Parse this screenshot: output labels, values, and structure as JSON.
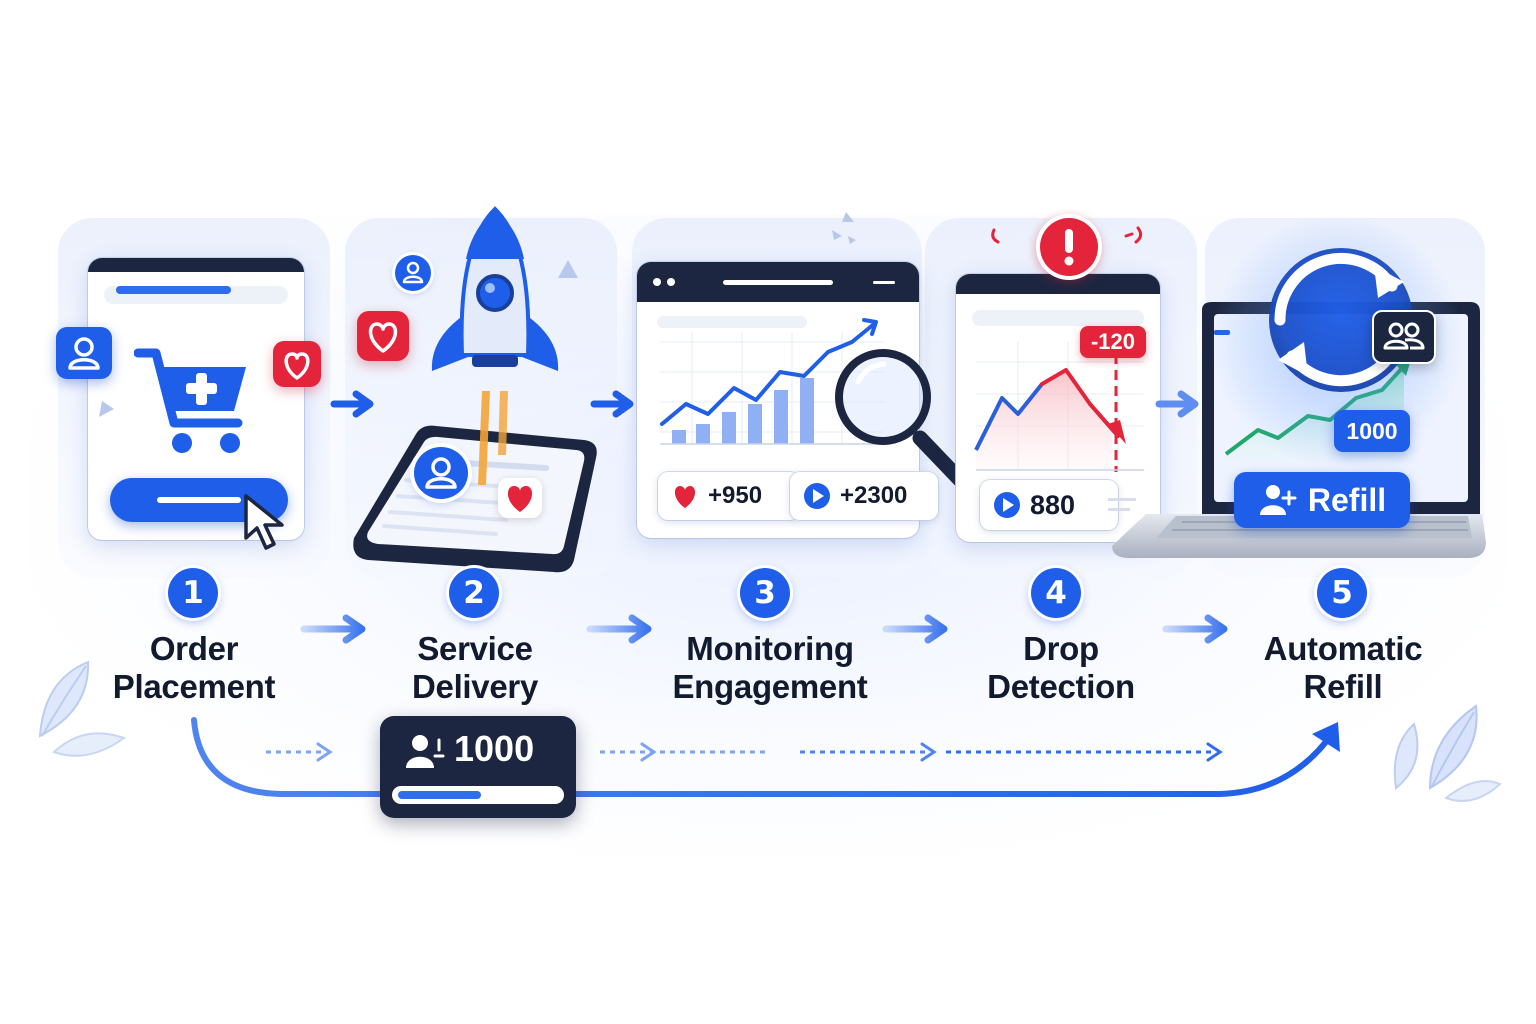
{
  "steps": [
    {
      "number": "1",
      "line1": "Order",
      "line2": "Placement"
    },
    {
      "number": "2",
      "line1": "Service",
      "line2": "Delivery"
    },
    {
      "number": "3",
      "line1": "Monitoring",
      "line2": "Engagement"
    },
    {
      "number": "4",
      "line1": "Drop",
      "line2": "Detection"
    },
    {
      "number": "5",
      "line1": "Automatic",
      "line2": "Refill"
    }
  ],
  "monitoring": {
    "likes": "+950",
    "views": "+2300"
  },
  "drop": {
    "change": "-120",
    "views": "880"
  },
  "refill": {
    "count": "1000",
    "button": "Refill"
  },
  "bottom_counter": {
    "value": "1000",
    "progress": 0.52
  },
  "icons": [
    "cart-icon",
    "cursor-icon",
    "rocket-icon",
    "heart-icon",
    "user-icon",
    "magnifier-icon",
    "play-icon",
    "alert-icon",
    "refresh-icon",
    "users-icon",
    "leaf-icon"
  ],
  "colors": {
    "primary": "#1f5ee8",
    "dark": "#1c2640",
    "alert": "#e3243b",
    "growth": "#1fa86a"
  }
}
